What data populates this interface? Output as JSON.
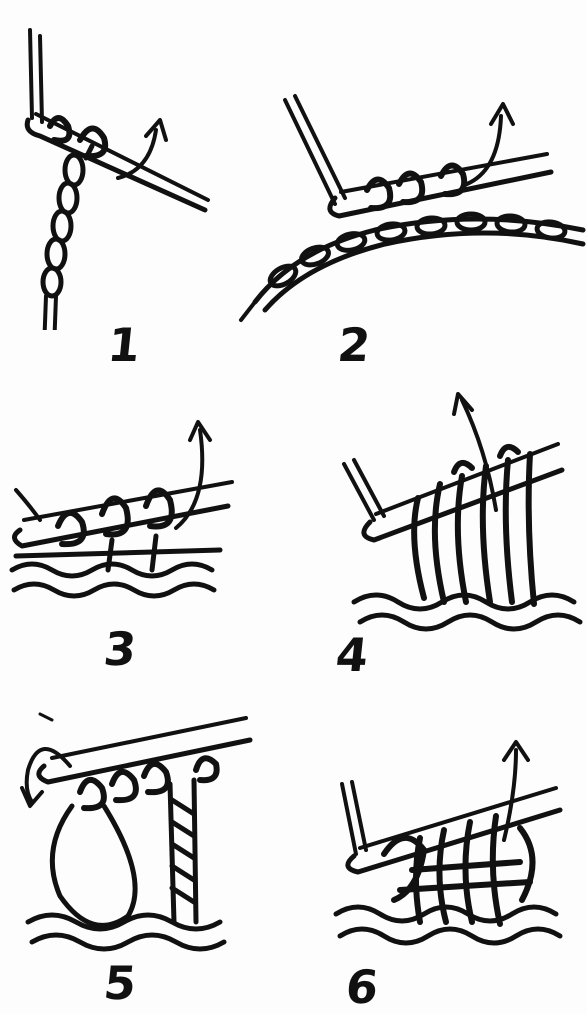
{
  "figure": {
    "steps": [
      {
        "label": "1"
      },
      {
        "label": "2"
      },
      {
        "label": "3"
      },
      {
        "label": "4"
      },
      {
        "label": "5"
      },
      {
        "label": "6"
      }
    ]
  },
  "colors": {
    "ink": "#111111",
    "paper": "#fdfdfd"
  },
  "icons": [
    "arrow-icon",
    "curved-arrow-icon",
    "crochet-hook-icon",
    "yarn-loop-icon"
  ]
}
